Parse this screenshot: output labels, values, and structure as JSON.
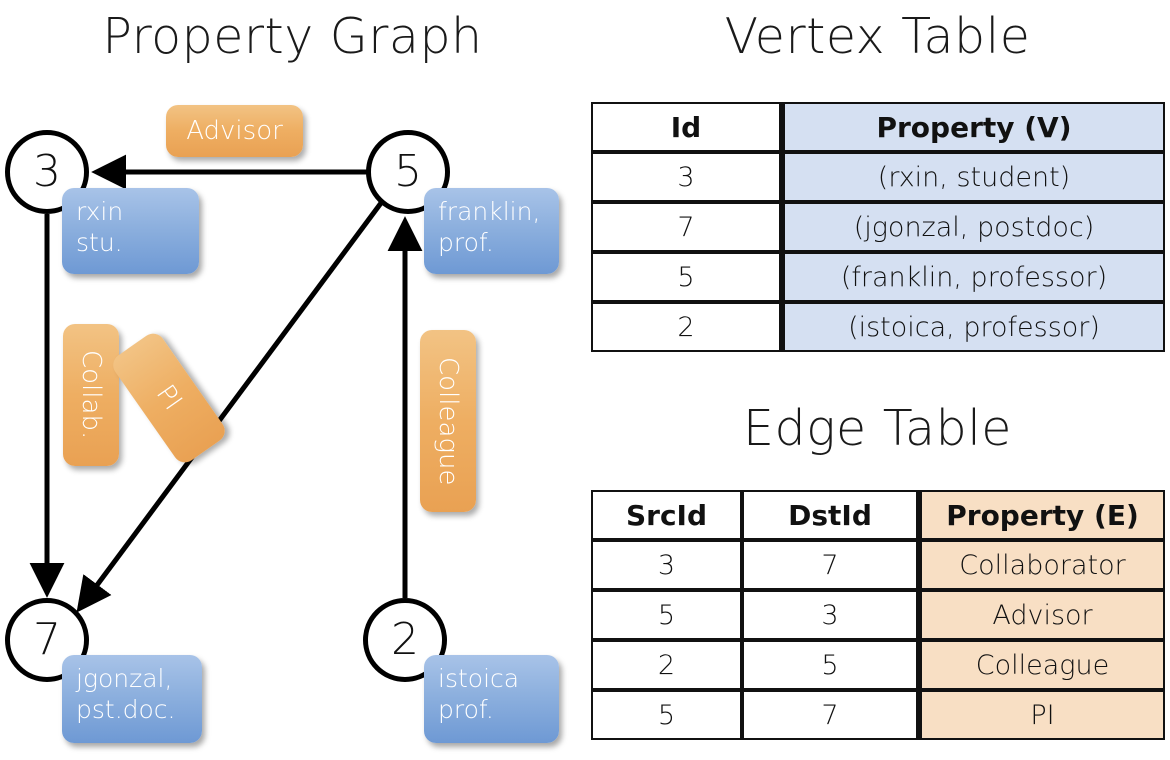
{
  "graph": {
    "title": "Property Graph",
    "nodes": [
      {
        "id": "3",
        "property_line1": "rxin",
        "property_line2": "stu."
      },
      {
        "id": "5",
        "property_line1": "franklin,",
        "property_line2": "prof."
      },
      {
        "id": "7",
        "property_line1": "jgonzal,",
        "property_line2": "pst.doc."
      },
      {
        "id": "2",
        "property_line1": "istoica",
        "property_line2": "prof."
      }
    ],
    "edge_labels": {
      "advisor": "Advisor",
      "collab": "Collab.",
      "pi": "PI",
      "colleague": "Colleague"
    }
  },
  "vertex_table": {
    "title": "Vertex Table",
    "headers": [
      "Id",
      "Property (V)"
    ],
    "rows": [
      [
        "3",
        "(rxin, student)"
      ],
      [
        "7",
        "(jgonzal, postdoc)"
      ],
      [
        "5",
        "(franklin, professor)"
      ],
      [
        "2",
        "(istoica, professor)"
      ]
    ]
  },
  "edge_table": {
    "title": "Edge Table",
    "headers": [
      "SrcId",
      "DstId",
      "Property (E)"
    ],
    "rows": [
      [
        "3",
        "7",
        "Collaborator"
      ],
      [
        "5",
        "3",
        "Advisor"
      ],
      [
        "2",
        "5",
        "Colleague"
      ],
      [
        "5",
        "7",
        "PI"
      ]
    ]
  },
  "colors": {
    "vertex_property_fill": "#d5e0f2",
    "edge_property_fill": "#f8dfc4",
    "node_property_box": "#8db0de",
    "edge_label_box": "#eeae62",
    "stroke": "#111111"
  }
}
